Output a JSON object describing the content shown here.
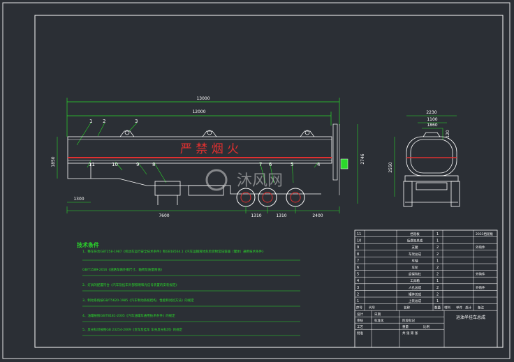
{
  "banner": "严 禁 烟 火",
  "watermark": "沐风网",
  "dimensions": {
    "overall_length": "13000",
    "body_length": "12000",
    "front_overhang": "1300",
    "kingpin_to_axle": "7600",
    "axle_spacing_1": "1310",
    "axle_spacing_2": "1310",
    "rear_overhang": "2400",
    "tank_height": "1850",
    "overall_height": "2746",
    "overall_width": "2230",
    "top_width_a": "1100",
    "top_width_b": "1860",
    "top_height": "120",
    "side_height": "2550"
  },
  "callouts": [
    "1",
    "2",
    "3",
    "4",
    "5",
    "6",
    "7",
    "8",
    "9",
    "10",
    "11"
  ],
  "tech_notes": {
    "title": "技术条件",
    "items": [
      "1、整车符合GB7258-1987《机动车运行安全技术条件》和GB18564.1《汽车运输液体危险货物常压容器（罐体）通用技术条件》",
      "GB/T1589-2016《道路车辆外廓尺寸、轴荷及质量限值》",
      "2、灯具的配置符合《汽车及挂车外部照明和光信号装置的安装规定》",
      "3、制动系统按GB/T5620-1985《汽车制动系统结构、性能和试验方法》的规定",
      "4、油罐按照GB/T8181-2005《汽车油罐车通用技术条件》的规定",
      "5、反光标识按照GB 23254-2009《货车及挂车 车身反光标识》的规定"
    ]
  },
  "bom": {
    "rows": [
      {
        "no": "11",
        "name": "挡泥板",
        "qty": "1",
        "note": "2031挡泥板"
      },
      {
        "no": "10",
        "name": "后悬架总成",
        "qty": "1",
        "note": ""
      },
      {
        "no": "9",
        "name": "支腿",
        "qty": "2",
        "note": "外购件"
      },
      {
        "no": "8",
        "name": "车架总成",
        "qty": "2",
        "note": ""
      },
      {
        "no": "7",
        "name": "车轴",
        "qty": "1",
        "note": ""
      },
      {
        "no": "6",
        "name": "车轮",
        "qty": "2",
        "note": ""
      },
      {
        "no": "5",
        "name": "后保险杠",
        "qty": "2",
        "note": "外购件"
      },
      {
        "no": "4",
        "name": "工具箱",
        "qty": "1",
        "note": ""
      },
      {
        "no": "3",
        "name": "人孔总成",
        "qty": "2",
        "note": "外购件"
      },
      {
        "no": "2",
        "name": "罐体总成",
        "qty": "2",
        "note": ""
      },
      {
        "no": "1",
        "name": "上装总成",
        "qty": "1",
        "note": ""
      }
    ],
    "header": [
      "序号",
      "代号",
      "名称",
      "数量",
      "材料",
      "单件",
      "总计",
      "备注"
    ],
    "labels": {
      "design": "设计",
      "check": "审核",
      "process": "工艺",
      "standard": "标准化",
      "approve": "批准",
      "date": "日期",
      "stage": "阶段标记",
      "weight": "重量",
      "scale": "比例",
      "sheet": "共 张 第 张",
      "drawing_title": "运油半挂车总成"
    }
  }
}
